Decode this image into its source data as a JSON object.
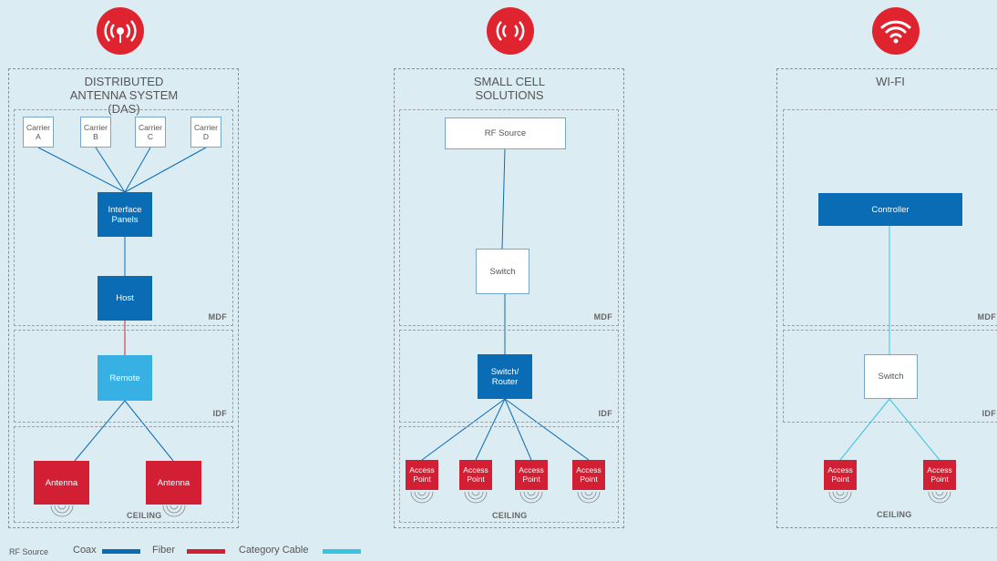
{
  "colors": {
    "background": "#dcecf3",
    "coax": "#0a6cb5",
    "fiber": "#d21f34",
    "category_cable": "#37c4e0",
    "icon_red": "#e0242f"
  },
  "das": {
    "icon": "signal-broadcast-icon",
    "title": "Distributed Antenna System (DAS)",
    "carriers": [
      "Carrier A",
      "Carrier B",
      "Carrier C",
      "Carrier D"
    ],
    "interface_panels": "Interface Panels",
    "host": "Host",
    "remote": "Remote",
    "antennas": [
      "Antenna",
      "Antenna"
    ],
    "mdf": "MDF",
    "idf": "IDF",
    "ceiling": "CEILING"
  },
  "small_cell": {
    "icon": "signal-broadcast-icon",
    "title": "Small Cell Solutions",
    "rf_source": "RF Source",
    "switch": "Switch",
    "switch_router": "Switch/ Router",
    "access_points": [
      "Access Point",
      "Access Point",
      "Access Point",
      "Access Point"
    ],
    "mdf": "MDF",
    "idf": "IDF",
    "ceiling": "CEILING"
  },
  "wifi": {
    "icon": "wifi-icon",
    "title": "Wi-Fi",
    "controller": "Controller",
    "switch": "Switch",
    "access_points": [
      "Access Point",
      "Access Point"
    ],
    "mdf": "MDF",
    "idf": "IDF",
    "ceiling": "CEILING"
  },
  "legend": {
    "rf_source": "RF Source",
    "coax": "Coax",
    "fiber": "Fiber",
    "category_cable": "Category Cable"
  }
}
